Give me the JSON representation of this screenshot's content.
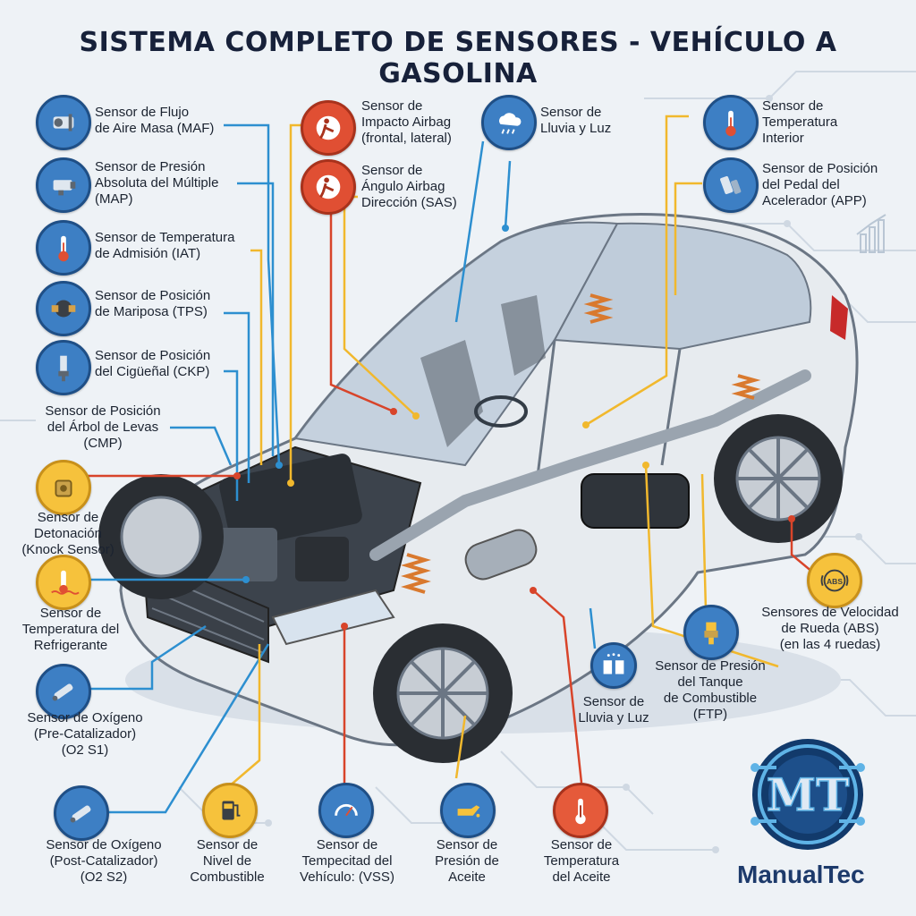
{
  "title": "SISTEMA COMPLETO DE SENSORES - VEHÍCULO A GASOLINA",
  "brand": {
    "name": "ManualTec",
    "logo_letters": "MT"
  },
  "colors": {
    "blue": "#3d7fc4",
    "red": "#e04f33",
    "yellow": "#f6c23c",
    "line_blue": "#2d8fd0",
    "line_yellow": "#f1b82d",
    "line_red": "#d8442a",
    "line_orange": "#e8862a"
  },
  "sensors": {
    "maf": {
      "icon": "maf-sensor-icon",
      "lines": [
        "Sensor de Flujo",
        "de Aire Masa (MAF)"
      ]
    },
    "map": {
      "icon": "map-sensor-icon",
      "lines": [
        "Sensor de Presión",
        "Absoluta del Múltiple",
        "(MAP)"
      ]
    },
    "iat": {
      "icon": "thermometer-icon",
      "lines": [
        "Sensor de Temperatura",
        "de Admisión (IAT)"
      ]
    },
    "tps": {
      "icon": "throttle-sensor-icon",
      "lines": [
        "Sensor de Posición",
        "de Mariposa (TPS)"
      ]
    },
    "ckp": {
      "icon": "crank-sensor-icon",
      "lines": [
        "Sensor de Posición",
        "del Cigüeñal (CKP)"
      ]
    },
    "cmp": {
      "lines": [
        "Sensor de Posición",
        "del Árbol de Levas",
        "(CMP)"
      ]
    },
    "knock": {
      "icon": "knock-sensor-icon",
      "lines": [
        "Sensor de",
        "Detonación",
        "(Knock Sensor)"
      ]
    },
    "coolant": {
      "icon": "coolant-temp-icon",
      "lines": [
        "Sensor de",
        "Temperatura del",
        "Refrigerante"
      ]
    },
    "o2s1": {
      "icon": "oxygen-sensor-icon",
      "lines": [
        "Sensor de Oxígeno",
        "(Pre-Catalizador)",
        "(O2 S1)"
      ]
    },
    "o2s2": {
      "icon": "oxygen-sensor-icon",
      "lines": [
        "Sensor de Oxígeno",
        "(Post-Catalizador)",
        "(O2 S2)"
      ]
    },
    "fuel_level": {
      "icon": "fuel-pump-icon",
      "lines": [
        "Sensor de",
        "Nivel de",
        "Combustible"
      ]
    },
    "vss": {
      "icon": "speedometer-icon",
      "lines": [
        "Sensor de",
        "Tempecitad del",
        "Vehículo: (VSS)"
      ]
    },
    "oil_pressure": {
      "icon": "oil-can-icon",
      "lines": [
        "Sensor de",
        "Presión de",
        "Aceite"
      ]
    },
    "oil_temp": {
      "icon": "thermometer-icon",
      "lines": [
        "Sensor de",
        "Temperatura",
        "del Aceite"
      ]
    },
    "airbag_impact": {
      "icon": "airbag-icon",
      "lines": [
        "Sensor de",
        "Impacto Airbag",
        "(frontal, lateral)"
      ]
    },
    "airbag_sas": {
      "icon": "airbag-icon",
      "lines": [
        "Sensor de",
        "Ángulo Airbag",
        "Dirección (SAS)"
      ]
    },
    "rain_light_top": {
      "icon": "rain-cloud-icon",
      "lines": [
        "Sensor de",
        "Lluvia y Luz"
      ]
    },
    "interior_temp": {
      "icon": "thermometer-icon",
      "lines": [
        "Sensor de",
        "Temperatura",
        "Interior"
      ]
    },
    "app": {
      "icon": "pedal-icon",
      "lines": [
        "Sensor de Posición",
        "del Pedal del",
        "Acelerador (APP)"
      ]
    },
    "abs": {
      "icon": "abs-icon",
      "icon_text": "ABS",
      "lines": [
        "Sensores de Velocidad",
        "de Rueda (ABS)",
        "(en las 4 ruedas)"
      ]
    },
    "ftp": {
      "icon": "ftp-sensor-icon",
      "lines": [
        "Sensor de Presión",
        "del Tanque",
        "de Combustible",
        "(FTP)"
      ]
    },
    "rain_light_bottom": {
      "icon": "rain-book-icon",
      "lines": [
        "Sensor de",
        "Lluvia y Luz"
      ]
    }
  }
}
